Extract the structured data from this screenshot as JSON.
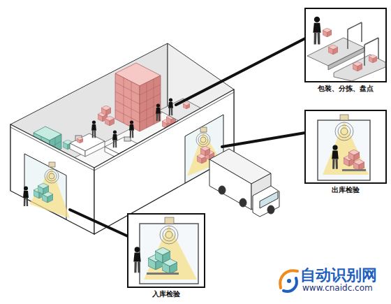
{
  "diagram": {
    "nodes": [
      {
        "text": [
          "包装、分拣、盘点"
        ]
      },
      {
        "text": [
          "出库检验"
        ]
      },
      {
        "text": [
          "入库检验"
        ]
      }
    ],
    "labels": [
      "自动识别网",
      "www.cnaidc.com"
    ]
  }
}
